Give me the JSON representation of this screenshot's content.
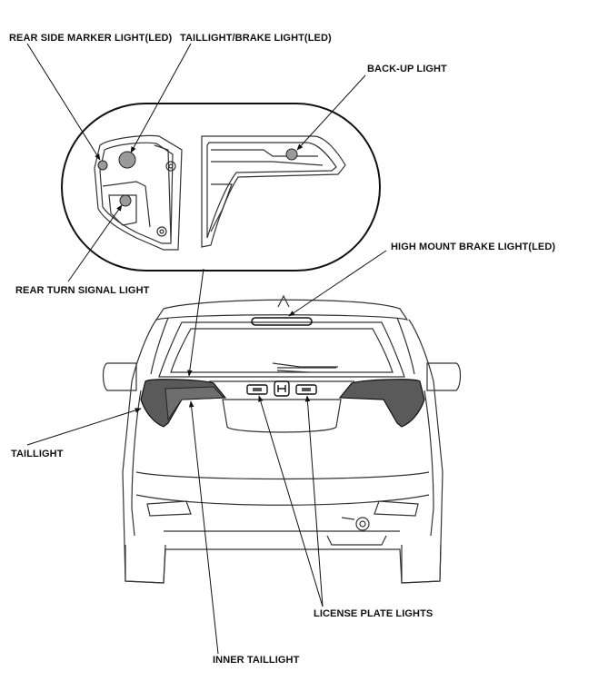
{
  "labels": {
    "rear_side_marker": "REAR SIDE MARKER LIGHT(LED)",
    "taillight_brake": "TAILLIGHT/BRAKE LIGHT(LED)",
    "backup": "BACK-UP LIGHT",
    "high_mount": "HIGH MOUNT BRAKE LIGHT(LED)",
    "rear_turn": "REAR TURN SIGNAL LIGHT",
    "taillight": "TAILLIGHT",
    "license_plate": "LICENSE PLATE LIGHTS",
    "inner_taillight": "INNER TAILLIGHT"
  },
  "colors": {
    "line": "#111111",
    "lens": "#5a5a5a",
    "bulb": "#9a9a9a",
    "background": "#ffffff"
  }
}
